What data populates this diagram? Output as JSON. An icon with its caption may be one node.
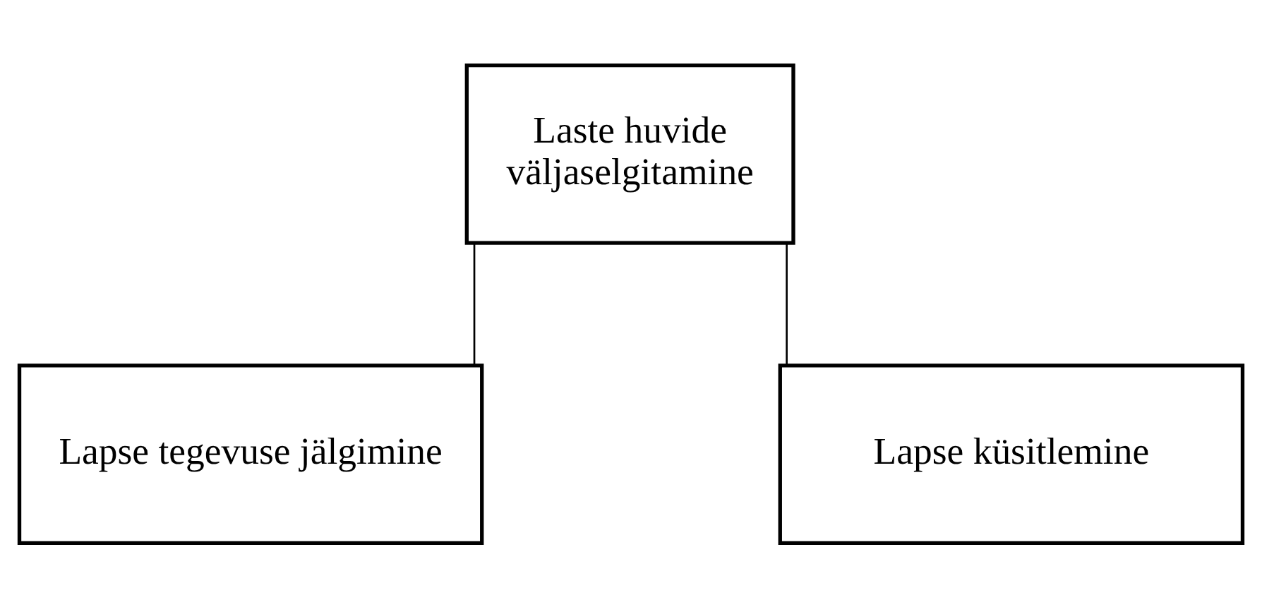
{
  "diagram": {
    "nodes": [
      {
        "text": [
          "Laste huvide väljaselgitamine"
        ]
      },
      {
        "text": [
          "Lapse tegevuse jälgimine"
        ]
      },
      {
        "text": [
          "Lapse küsitlemine"
        ]
      }
    ],
    "edges": [
      {
        "from": 0,
        "to": 1,
        "arrow": "none"
      },
      {
        "from": 0,
        "to": 2,
        "arrow": "none"
      }
    ]
  }
}
